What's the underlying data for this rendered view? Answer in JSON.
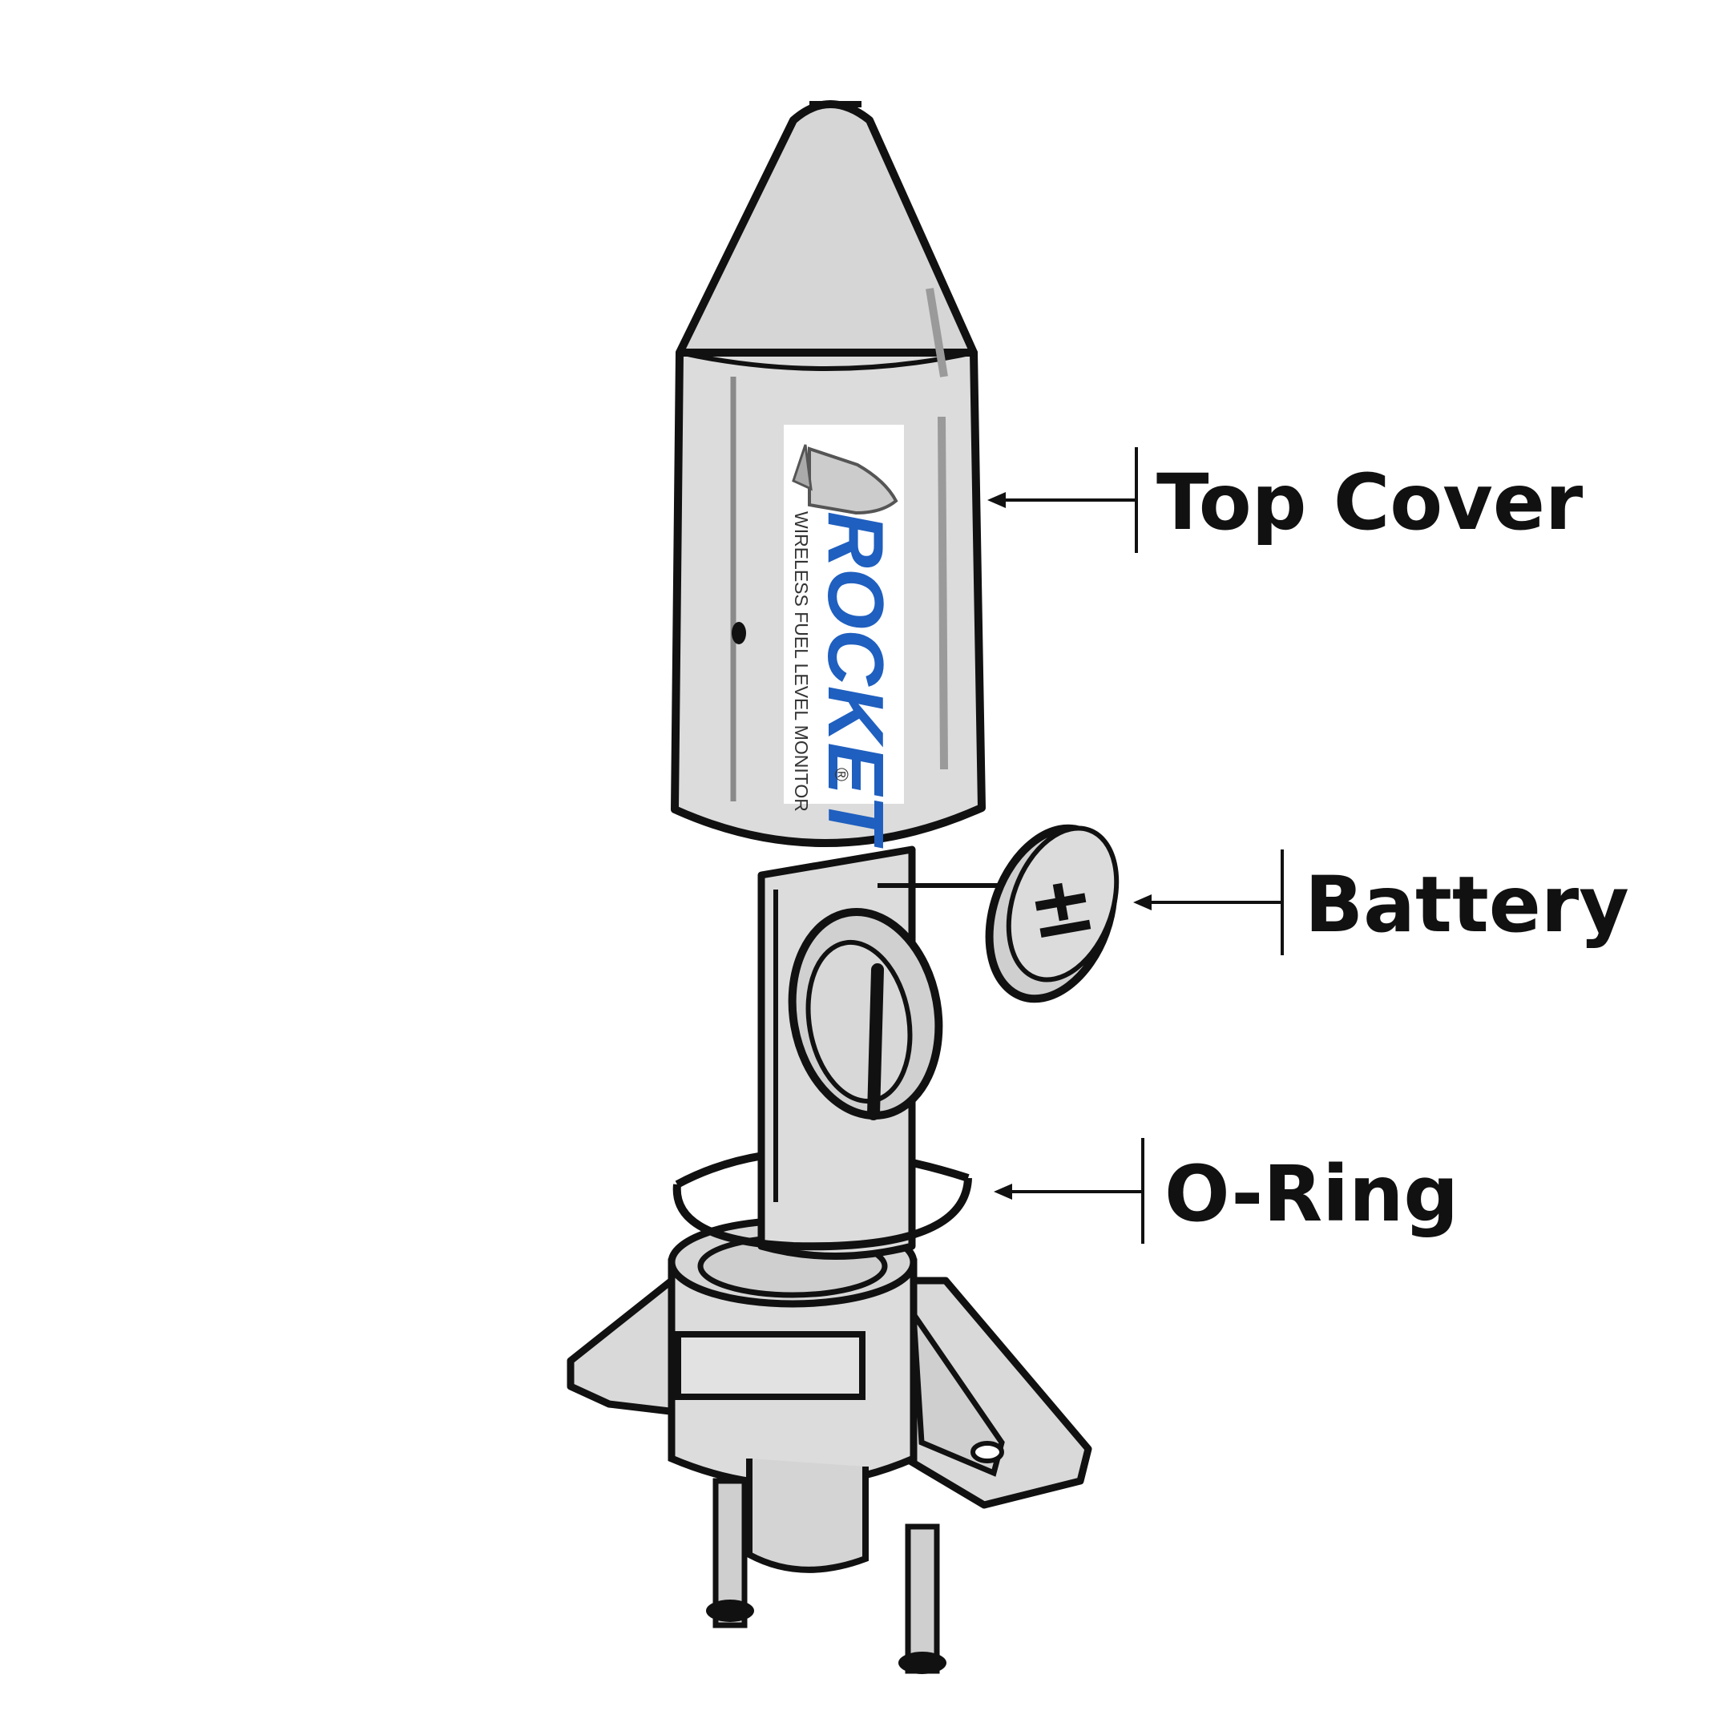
{
  "diagram": {
    "colors": {
      "outline": "#111111",
      "body": "#dcdcdc",
      "body_shade": "#c4c4c4",
      "white": "#ffffff",
      "logo_blue": "#1f5fbf"
    },
    "logo": {
      "name": "ROCKET",
      "tagline": "WIRELESS FUEL LEVEL MONITOR",
      "trademark": "®"
    },
    "battery_symbol": "±",
    "callouts": [
      {
        "id": "top-cover",
        "label": "Top Cover"
      },
      {
        "id": "battery",
        "label": "Battery"
      },
      {
        "id": "o-ring",
        "label": "O-Ring"
      }
    ]
  }
}
